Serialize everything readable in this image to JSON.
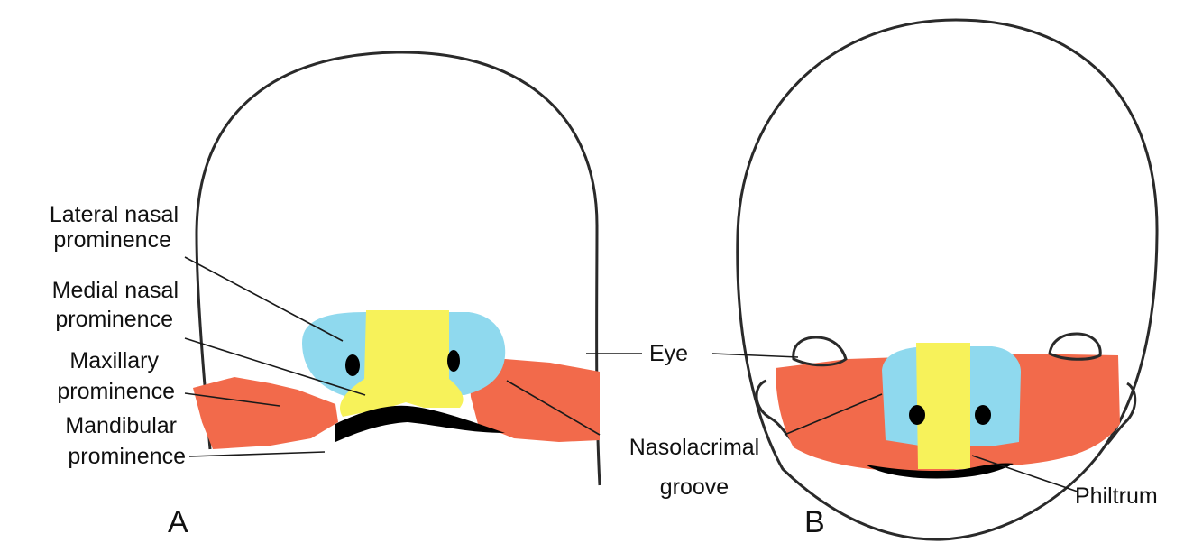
{
  "labels": {
    "lateral_nasal": [
      "Lateral nasal",
      "prominence"
    ],
    "medial_nasal": [
      "Medial nasal",
      "prominence"
    ],
    "maxillary": [
      "Maxillary",
      "prominence"
    ],
    "mandibular": [
      "Mandibular",
      "prominence"
    ],
    "eye": "Eye",
    "nasolacrimal": [
      "Nasolacrimal",
      "groove"
    ],
    "philtrum": "Philtrum"
  },
  "panels": {
    "a": "A",
    "b": "B"
  },
  "colors": {
    "maxillary_mandibular": "#f26a4b",
    "lateral_nasal": "#8fd9ee",
    "medial_nasal": "#f7f25a",
    "pits_and_mouth": "#000000",
    "outline": "#2a2a2a"
  }
}
